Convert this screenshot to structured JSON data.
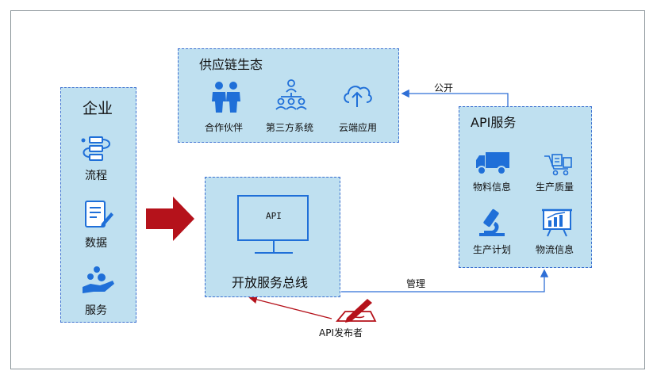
{
  "enterprise": {
    "title": "企业",
    "items": [
      {
        "label": "流程",
        "icon": "process-flow-icon"
      },
      {
        "label": "数据",
        "icon": "data-document-icon"
      },
      {
        "label": "服务",
        "icon": "service-hand-icon"
      }
    ]
  },
  "ecosystem": {
    "title": "供应链生态",
    "items": [
      {
        "label": "合作伙伴",
        "icon": "partners-icon"
      },
      {
        "label": "第三方系统",
        "icon": "third-party-network-icon"
      },
      {
        "label": "云端应用",
        "icon": "cloud-upload-icon"
      }
    ]
  },
  "api_services": {
    "title": "API服务",
    "items": [
      {
        "label": "物料信息",
        "icon": "truck-icon"
      },
      {
        "label": "生产质量",
        "icon": "quality-cart-icon"
      },
      {
        "label": "生产计划",
        "icon": "microscope-icon"
      },
      {
        "label": "物流信息",
        "icon": "chart-board-icon"
      }
    ]
  },
  "bus": {
    "title": "开放服务总线",
    "monitor_label": "API"
  },
  "connectors": {
    "open_label": "公开",
    "manage_label": "管理",
    "publisher_label": "API发布者"
  },
  "colors": {
    "box_fill": "#bfe0f0",
    "box_border": "#3b6fd0",
    "icon_blue": "#1f6fd8",
    "arrow_red": "#b5121b",
    "line_blue": "#2f6fd6"
  }
}
